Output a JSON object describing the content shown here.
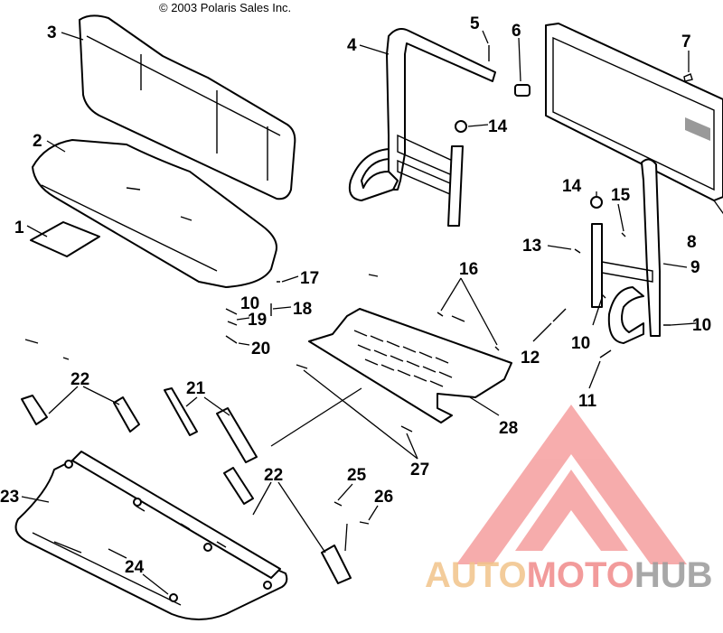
{
  "copyright": "© 2003 Polaris Sales Inc.",
  "callouts": {
    "c1": "1",
    "c2": "2",
    "c3": "3",
    "c4": "4",
    "c5": "5",
    "c6": "6",
    "c7": "7",
    "c8": "8",
    "c9": "9",
    "c10a": "10",
    "c10b": "10",
    "c10c": "10",
    "c11": "11",
    "c12": "12",
    "c13": "13",
    "c14a": "14",
    "c14b": "14",
    "c15": "15",
    "c16": "16",
    "c17": "17",
    "c18": "18",
    "c19": "19",
    "c20": "20",
    "c21": "21",
    "c22a": "22",
    "c22b": "22",
    "c23": "23",
    "c24": "24",
    "c25": "25",
    "c26": "26",
    "c27": "27",
    "c28": "28"
  },
  "watermark": {
    "part1": "AUTO",
    "part2": "MOTO",
    "part3": "HUB",
    "colors": {
      "auto": "#f2c48a",
      "moto": "#f08a8a",
      "hub": "#9a9a9a",
      "logo": "#f06a6a"
    }
  }
}
